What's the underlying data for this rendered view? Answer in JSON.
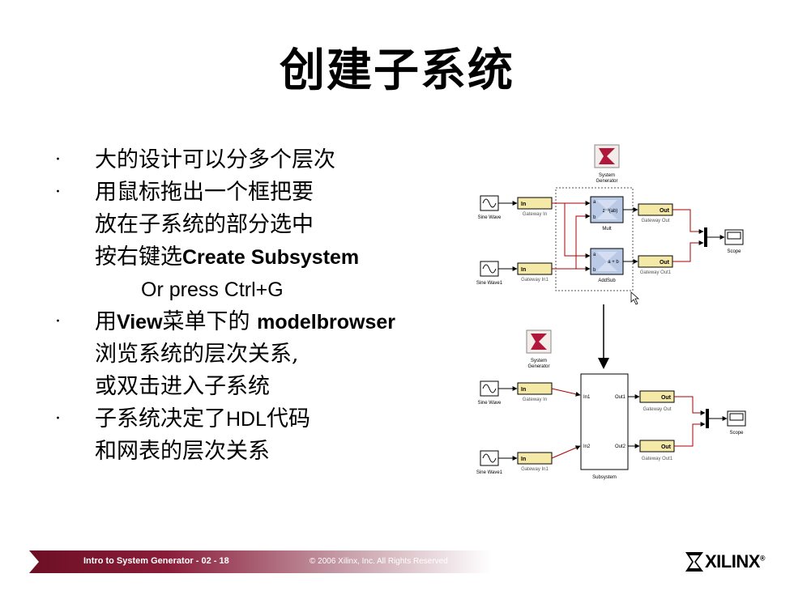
{
  "slide": {
    "title": "创建子系统"
  },
  "bullets": [
    {
      "text": "大的设计可以分多个层次"
    },
    {
      "text": "用鼠标拖出一个框把要"
    },
    {
      "text": "放在子系统的部分选中"
    },
    {
      "text_a": "按右键选",
      "text_b": "Create Subsystem"
    },
    {
      "text": "Or press Ctrl+G"
    },
    {
      "text_a": "用",
      "text_b": "View",
      "text_c": "菜单下的 ",
      "text_d": "modelbrowser"
    },
    {
      "text": "浏览系统的层次关系,"
    },
    {
      "text": "或双击进入子系统"
    },
    {
      "text_a": "子系统决定了",
      "text_b": "HDL",
      "text_c": "代码"
    },
    {
      "text": "和网表的层次关系"
    }
  ],
  "diagram_top": {
    "sysgen": [
      "System",
      "Generator"
    ],
    "sine1": "Sine Wave",
    "sine2": "Sine Wave1",
    "gw_in1": "Gateway In",
    "gw_in2": "Gateway In1",
    "in_label": "In",
    "out_label": "Out",
    "gw_out1": "Gateway Out",
    "gw_out2": "Gateway Out1",
    "mult": "Mult",
    "mult_expr": "z⁻³(ab)",
    "addsub": "AddSub",
    "addsub_expr": "a + b",
    "port_a": "a",
    "port_b": "b",
    "scope": "Scope"
  },
  "diagram_bottom": {
    "sysgen": [
      "System",
      "Generator"
    ],
    "sine1": "Sine Wave",
    "sine2": "Sine Wave1",
    "gw_in1": "Gateway In",
    "gw_in2": "Gateway In1",
    "in_label": "In",
    "out_label": "Out",
    "gw_out1": "Gateway Out",
    "gw_out2": "Gateway Out1",
    "subsystem": "Subsystem",
    "in1": "In1",
    "in2": "In2",
    "out1": "Out1",
    "out2": "Out2",
    "scope": "Scope"
  },
  "footer": {
    "course": "Intro to System Generator  -  02 - 18",
    "copyright": "© 2006 Xilinx, Inc. All Rights Reserved",
    "brand": "XILINX",
    "reg": "®"
  },
  "colors": {
    "footer_bar": "#6d0f24",
    "gateway_fill": "#f5e9a8",
    "block_fill": "#b9c9e6"
  }
}
